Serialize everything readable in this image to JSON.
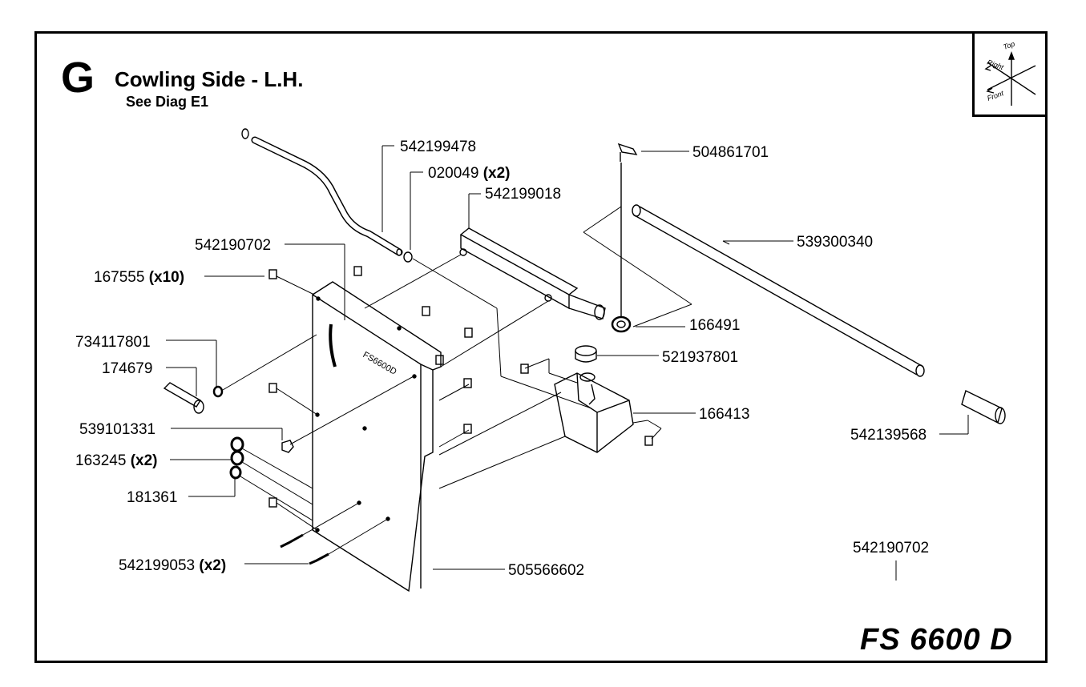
{
  "header": {
    "section_letter": "G",
    "title": "Cowling Side - L.H.",
    "subtitle": "See Diag E1"
  },
  "orientation": {
    "top_label": "Top",
    "right_label": "Right",
    "front_label": "Front"
  },
  "model": "FS 6600 D",
  "parts": [
    {
      "number": "542199478",
      "qty": ""
    },
    {
      "number": "020049",
      "qty": "(x2)"
    },
    {
      "number": "542199018",
      "qty": ""
    },
    {
      "number": "504861701",
      "qty": ""
    },
    {
      "number": "539300340",
      "qty": ""
    },
    {
      "number": "542190702",
      "qty": ""
    },
    {
      "number": "167555",
      "qty": "(x10)"
    },
    {
      "number": "166491",
      "qty": ""
    },
    {
      "number": "734117801",
      "qty": ""
    },
    {
      "number": "521937801",
      "qty": ""
    },
    {
      "number": "174679",
      "qty": ""
    },
    {
      "number": "166413",
      "qty": ""
    },
    {
      "number": "539101331",
      "qty": ""
    },
    {
      "number": "542139568",
      "qty": ""
    },
    {
      "number": "163245",
      "qty": "(x2)"
    },
    {
      "number": "181361",
      "qty": ""
    },
    {
      "number": "542190702",
      "qty": ""
    },
    {
      "number": "542199053",
      "qty": "(x2)"
    },
    {
      "number": "505566602",
      "qty": ""
    }
  ],
  "panel_marking": "FS6600D"
}
